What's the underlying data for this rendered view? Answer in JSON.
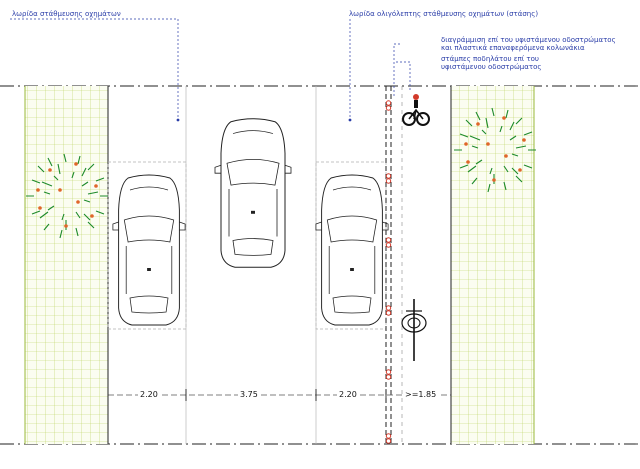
{
  "annotations": {
    "parking_lane": "λωρίδα στάθμευσης οχημάτων",
    "short_parking_lane": "λωρίδα ολιγόλεπτης στάθμευσης οχημάτων (στάσης)",
    "marking_line1": "διαγράμμιση επί του υφιστάμενου οδοστρώματος",
    "marking_line2": "και πλαστικά επαναφερόμενα κολωνάκια",
    "bike_stamp_line1": "στάμπες ποδηλάτου επί του",
    "bike_stamp_line2": "υφιστάμενου οδοστρώματος"
  },
  "dimensions": {
    "left_parking": "2.20",
    "travel_lane": "3.75",
    "right_parking": "2.20",
    "bike_lane": ">=1.85"
  },
  "colors": {
    "annotation_text": "#2a3da8",
    "sidewalk_grid": "#b9d15a",
    "bollard": "#d23a2a",
    "tree_green": "#1d8a2a",
    "tree_orange": "#e0662a"
  },
  "icons": [
    "car-icon",
    "bicycle-icon",
    "tree-icon",
    "bollard-icon"
  ]
}
